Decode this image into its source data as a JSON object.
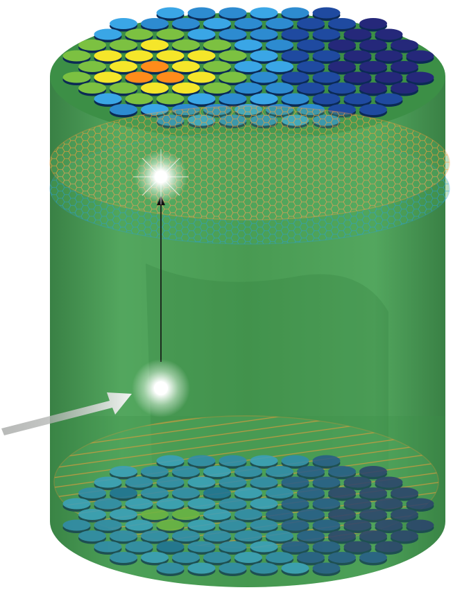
{
  "colors": {
    "background": "#ffffff",
    "cylinder_body": "#3d8f47",
    "cylinder_shadow": "#2f7a3b",
    "disk_edge": "#0b2a55",
    "honeycomb_orange": "#ff9f3a",
    "honeycomb_blue": "#2aa0d8",
    "strip_orange": "#ff9f3a",
    "arrow_connector": "#111111",
    "incoming_arrow": "#d8dcd8",
    "light_glow": "#ffffff"
  },
  "colormap": [
    "#25287a",
    "#1f4aa0",
    "#1467b3",
    "#2d8bd0",
    "#3aa6e6",
    "#7cc141",
    "#f5e62a",
    "#ff8c1a"
  ],
  "top_sensor_array": {
    "hotspot_level": 7,
    "background_level": 2,
    "dark_region_level": 0
  },
  "bottom_sensor_array": {
    "hotspot_level": 5,
    "background_level": 2,
    "dark_region_level": 0
  },
  "icons": {
    "upper_light": "light-flash-icon",
    "lower_light": "light-source-icon",
    "incoming_arrow": "incoming-particle-arrow-icon",
    "connector": "photon-path-arrow-icon"
  }
}
